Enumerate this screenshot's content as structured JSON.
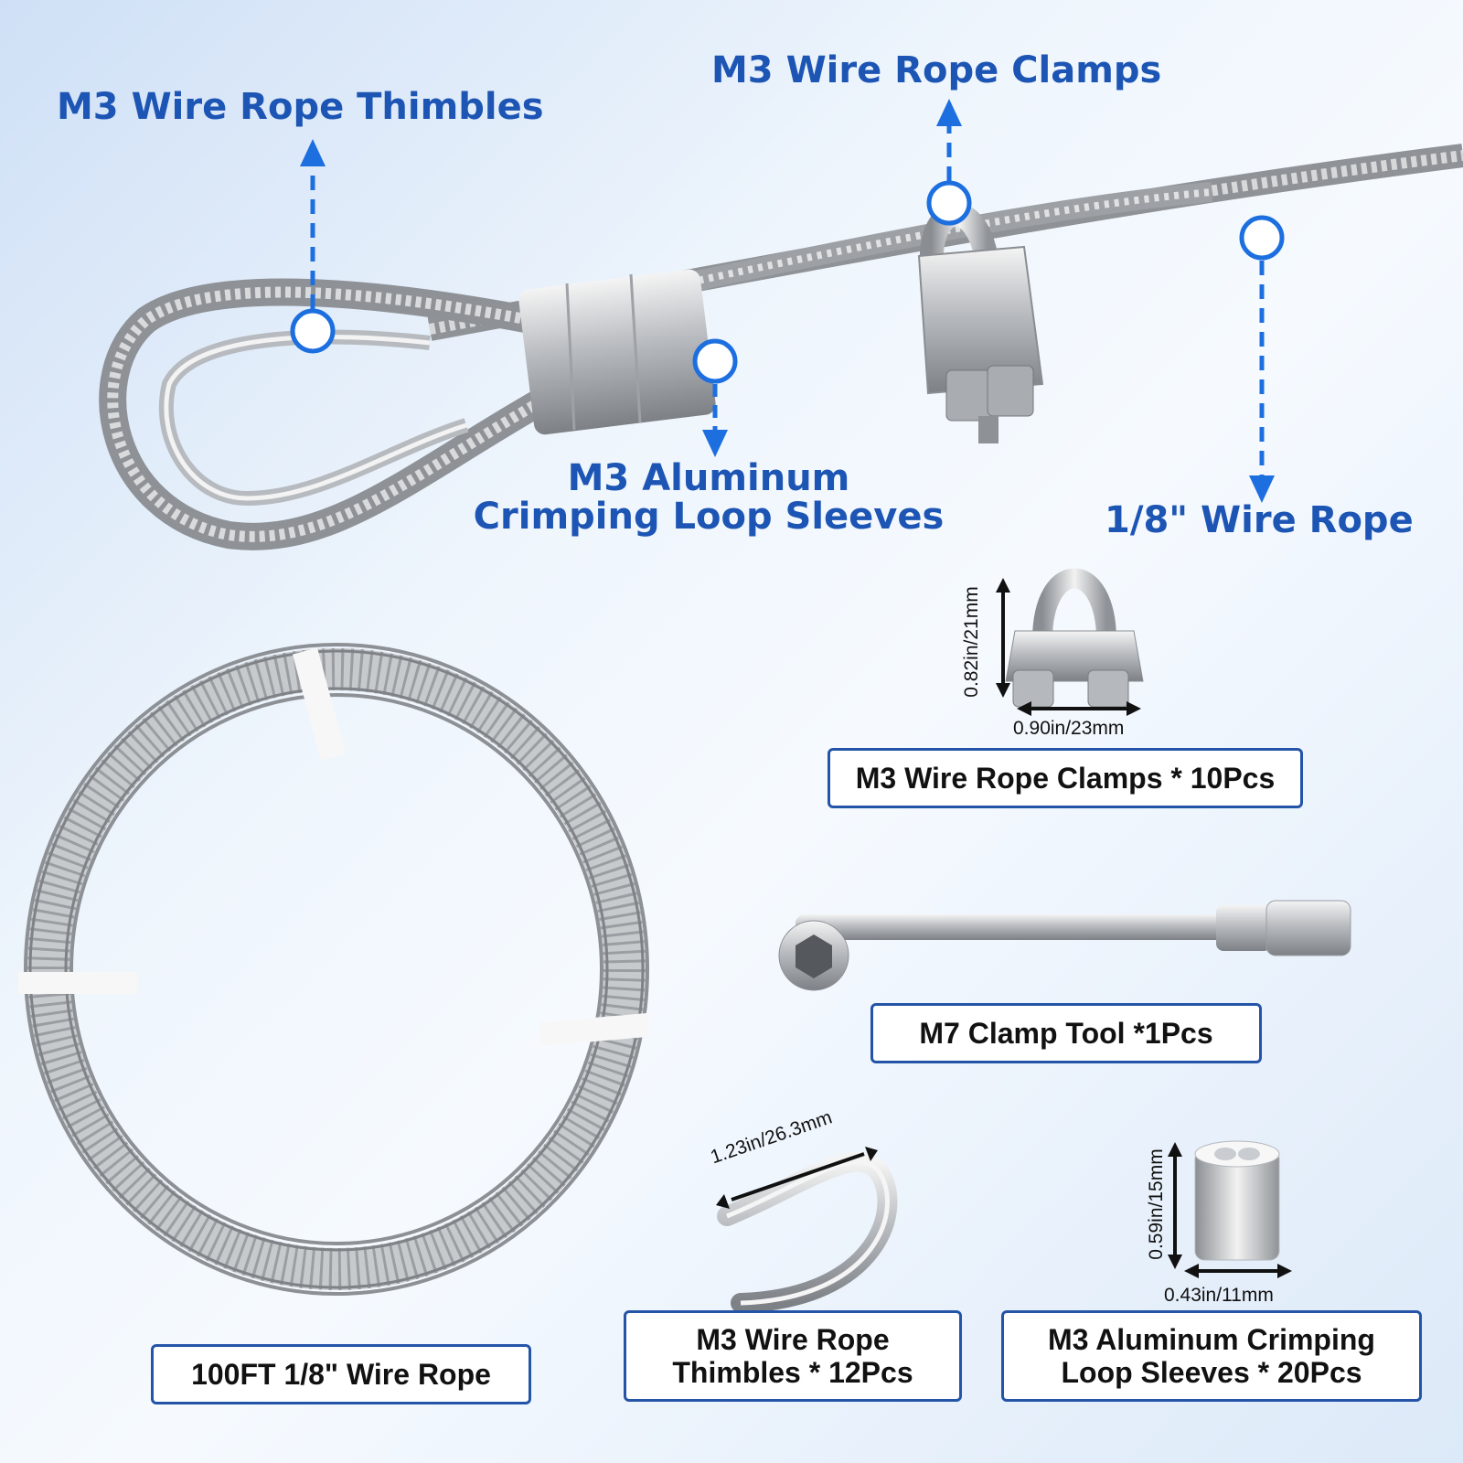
{
  "callouts": {
    "thimbles": "M3 Wire Rope Thimbles",
    "clamps": "M3 Wire Rope Clamps",
    "sleeves_line1": "M3 Aluminum",
    "sleeves_line2": "Crimping Loop Sleeves",
    "wire_rope": "1/8\" Wire Rope"
  },
  "dimensions": {
    "clamp_height": "0.82in/21mm",
    "clamp_width": "0.90in/23mm",
    "thimble_length": "1.23in/26.3mm",
    "sleeve_height": "0.59in/15mm",
    "sleeve_width": "0.43in/11mm"
  },
  "labels": {
    "clamps": "M3 Wire Rope Clamps * 10Pcs",
    "tool": "M7 Clamp Tool *1Pcs",
    "rope": "100FT 1/8\" Wire Rope",
    "thimbles_line1": "M3 Wire Rope",
    "thimbles_line2": "Thimbles * 12Pcs",
    "sleeves_line1": "M3 Aluminum Crimping",
    "sleeves_line2": "Loop Sleeves * 20Pcs"
  },
  "colors": {
    "accent_blue": "#1d55b4",
    "marker_blue": "#1d6fe0",
    "box_border": "#2454a8"
  }
}
